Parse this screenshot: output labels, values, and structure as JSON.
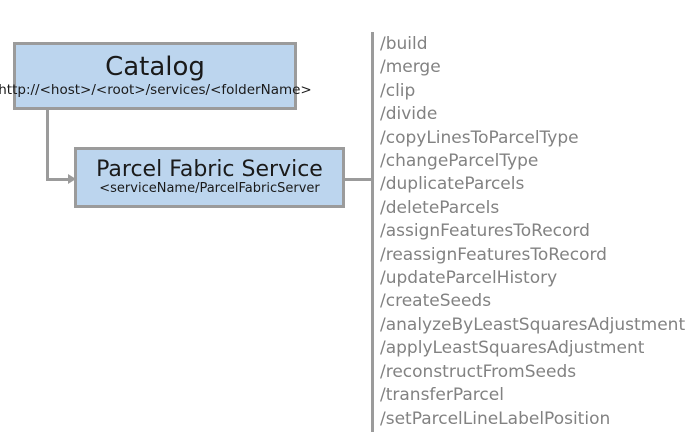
{
  "diagram": {
    "nodes": [
      {
        "id": "catalog",
        "title": "Catalog",
        "subtitle": "http://<host>/<root>/services/<folderName>"
      },
      {
        "id": "parcel-fabric-service",
        "title": "Parcel Fabric Service",
        "subtitle": "<serviceName/ParcelFabricServer"
      }
    ],
    "operations": [
      "/build",
      "/merge",
      "/clip",
      "/divide",
      "/copyLinesToParcelType",
      "/changeParcelType",
      "/duplicateParcels",
      "/deleteParcels",
      "/assignFeaturesToRecord",
      "/reassignFeaturesToRecord",
      "/updateParcelHistory",
      "/createSeeds",
      "/analyzeByLeastSquaresAdjustment",
      "/applyLeastSquaresAdjustment",
      "/reconstructFromSeeds",
      "/transferParcel",
      "/setParcelLineLabelPosition"
    ],
    "colors": {
      "node_fill": "#bcd5ee",
      "node_border": "#9b9b9b",
      "connector": "#9b9b9b",
      "operation_text": "#828282",
      "node_text": "#1a1a1a",
      "background": "#ffffff"
    }
  }
}
